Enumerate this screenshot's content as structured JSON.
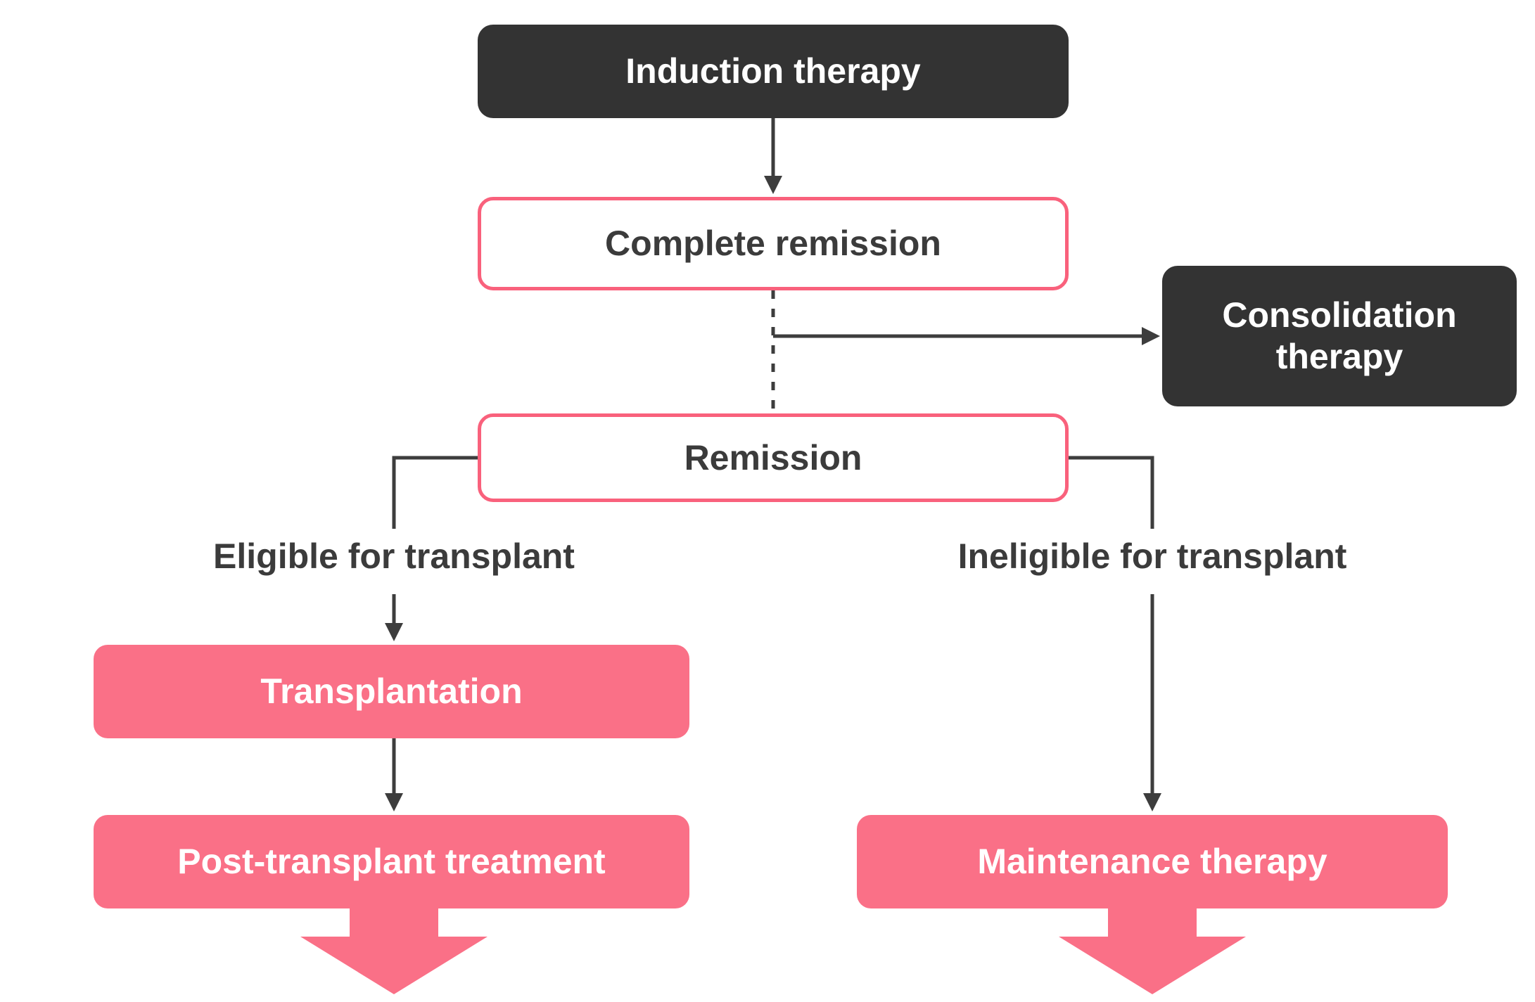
{
  "colors": {
    "dark": "#333333",
    "pink_fill": "#FA7087",
    "pink_border": "#F9617C",
    "line": "#3D3D3D",
    "text_dark": "#3B3B3B"
  },
  "nodes": {
    "induction": {
      "label": "Induction therapy",
      "style": "dark"
    },
    "complete_remission": {
      "label": "Complete remission",
      "style": "outline"
    },
    "consolidation": {
      "label": "Consolidation therapy",
      "style": "dark"
    },
    "remission": {
      "label": "Remission",
      "style": "outline"
    },
    "transplantation": {
      "label": "Transplantation",
      "style": "pink"
    },
    "post_transplant": {
      "label": "Post-transplant treatment",
      "style": "pink"
    },
    "maintenance": {
      "label": "Maintenance therapy",
      "style": "pink"
    }
  },
  "branch_labels": {
    "eligible": "Eligible for transplant",
    "ineligible": "Ineligible for transplant"
  },
  "edges": [
    {
      "from": "induction",
      "to": "complete_remission",
      "type": "arrow"
    },
    {
      "from": "complete_remission",
      "to": "remission",
      "type": "dashed"
    },
    {
      "from": "complete_remission",
      "to": "consolidation",
      "type": "arrow"
    },
    {
      "from": "remission",
      "to": "eligible",
      "type": "elbow"
    },
    {
      "from": "eligible",
      "to": "transplantation",
      "type": "arrow"
    },
    {
      "from": "transplantation",
      "to": "post_transplant",
      "type": "arrow"
    },
    {
      "from": "remission",
      "to": "ineligible",
      "type": "elbow"
    },
    {
      "from": "ineligible",
      "to": "maintenance",
      "type": "arrow"
    },
    {
      "from": "post_transplant",
      "to": "continue",
      "type": "big-pink-arrow"
    },
    {
      "from": "maintenance",
      "to": "continue",
      "type": "big-pink-arrow"
    }
  ]
}
